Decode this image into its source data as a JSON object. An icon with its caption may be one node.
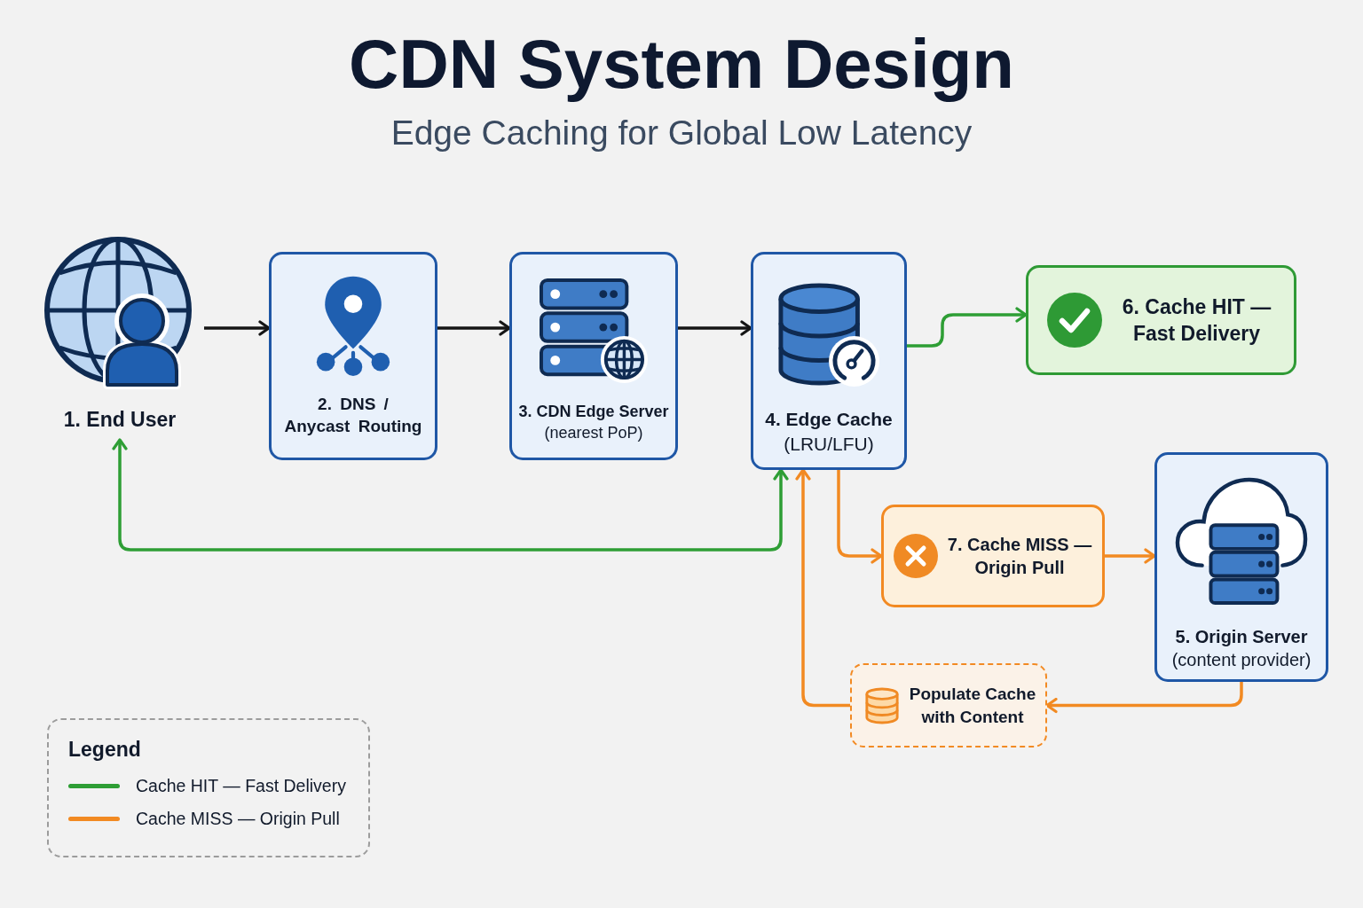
{
  "diagram": {
    "title": "CDN System Design",
    "nodes": [
      {
        "text": [
          "1. End User"
        ]
      },
      {
        "text": [
          "2. DNS / Anycast Routing"
        ]
      },
      {
        "text": [
          "3. CDN Edge Server",
          "(nearest PoP)"
        ]
      },
      {
        "text": [
          "4. Edge Cache",
          "(LRU/LFU)"
        ]
      },
      {
        "text": [
          "6. Cache HIT — Fast Delivery"
        ]
      },
      {
        "text": [
          "7. Cache MISS — Origin Pull"
        ]
      },
      {
        "text": [
          "5. Origin Server",
          "(content provider)"
        ]
      },
      {
        "text": [
          "Populate Cache with Content"
        ]
      }
    ],
    "edges": [
      {
        "from": 0,
        "to": 1,
        "arrow": "to",
        "color": "#151515"
      },
      {
        "from": 1,
        "to": 2,
        "arrow": "to",
        "color": "#151515"
      },
      {
        "from": 2,
        "to": 3,
        "arrow": "to",
        "color": "#151515"
      },
      {
        "from": 3,
        "to": 4,
        "arrow": "to",
        "color": "#2e9e35"
      },
      {
        "from": 3,
        "to": 5,
        "arrow": "to",
        "color": "#f28a22"
      },
      {
        "from": 5,
        "to": 6,
        "arrow": "to",
        "color": "#f28a22"
      },
      {
        "from": 6,
        "to": 7,
        "arrow": "to",
        "color": "#f28a22"
      },
      {
        "from": 7,
        "to": 3,
        "arrow": "to",
        "color": "#f28a22"
      },
      {
        "from": 3,
        "to": 0,
        "arrow": "both",
        "color": "#2e9e35"
      }
    ],
    "labels": [
      "Edge Caching for Global Low Latency",
      "Legend"
    ],
    "legend": [
      {
        "text": "Cache HIT — Fast Delivery",
        "color": "#2e9e35"
      },
      {
        "text": "Cache MISS — Origin Pull",
        "color": "#f28a22"
      }
    ]
  }
}
